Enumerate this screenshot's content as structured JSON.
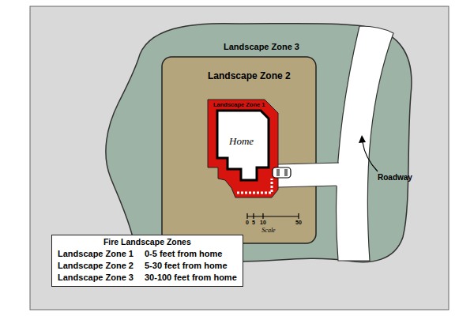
{
  "diagram": {
    "nodes": [
      {
        "text": [
          "Landscape Zone 3"
        ]
      },
      {
        "text": [
          "Landscape Zone 2"
        ],
        "in": 0
      },
      {
        "text": [
          "Landscape Zone 1"
        ],
        "in": 1
      },
      {
        "text": [
          "Home"
        ],
        "in": 2
      },
      {
        "text": [
          "Fire Landscape Zones",
          "Landscape Zone 1",
          "0-5 feet from home",
          "Landscape Zone 2",
          "5-30 feet from home",
          "Landscape Zone 3",
          "30-100 feet from home"
        ]
      }
    ],
    "labels": [
      "Roadway",
      "0",
      "5",
      "10",
      "50",
      "Scale"
    ]
  }
}
